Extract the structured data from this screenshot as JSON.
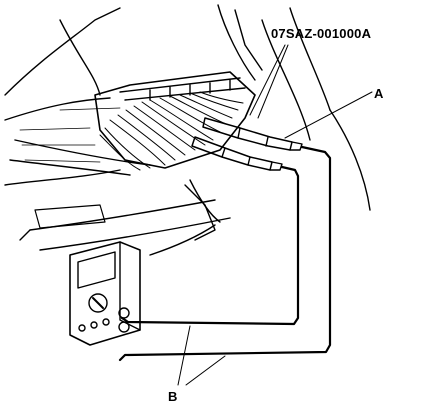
{
  "diagram": {
    "part_number": "07SAZ-001000A",
    "callout_a": "A",
    "callout_b": "B",
    "colors": {
      "line": "#000000",
      "background": "#ffffff"
    },
    "icons": [
      "multimeter-icon",
      "ecm-connector-icon",
      "test-probe-icon",
      "test-lead-icon"
    ]
  }
}
